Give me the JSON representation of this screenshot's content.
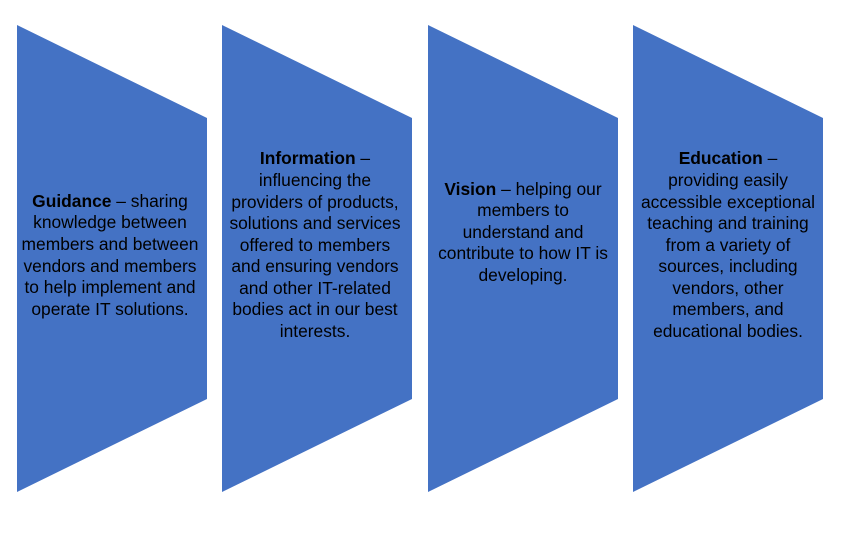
{
  "diagram": {
    "fill_color": "#4472c4",
    "text_color": "#000000",
    "steps": [
      {
        "heading": "Guidance",
        "separator": " – ",
        "body": "sharing knowledge between members and between vendors and members to help implement and operate IT solutions."
      },
      {
        "heading": "Information",
        "separator": " – ",
        "body": "influencing the providers of products, solutions and services offered to members and ensuring vendors and other IT-related bodies act in our best interests."
      },
      {
        "heading": "Vision",
        "separator": " – ",
        "body": "helping our members to understand and contribute to how IT is developing."
      },
      {
        "heading": "Education",
        "separator": " – ",
        "body": "providing easily accessible exceptional teaching and training from a variety of sources, including vendors, other members, and educational bodies."
      }
    ]
  }
}
